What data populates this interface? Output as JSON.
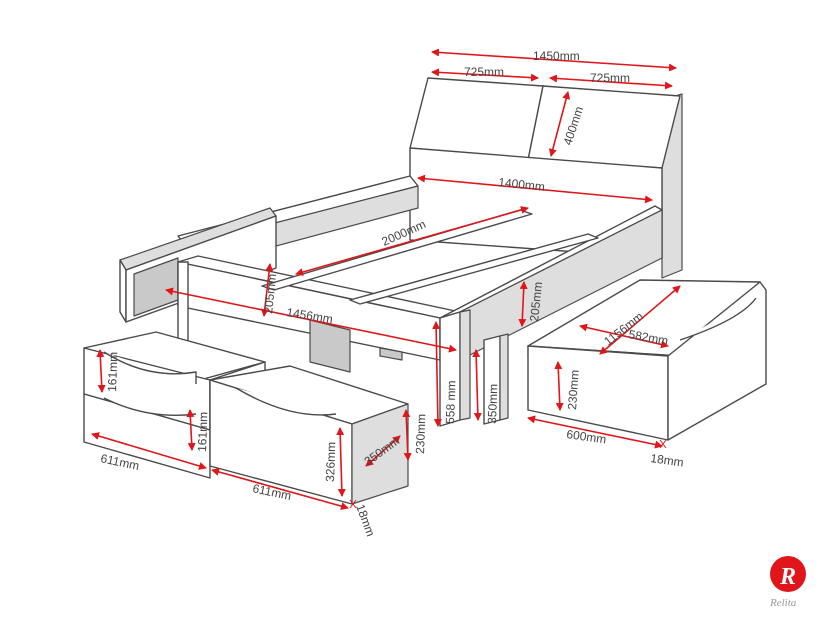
{
  "dimensions": {
    "headboard_total_width": "1450mm",
    "headboard_left_panel": "725mm",
    "headboard_right_panel": "725mm",
    "headboard_height": "400mm",
    "inner_width": "1400mm",
    "inner_length": "2000mm",
    "side_rail_height_left": "205mm",
    "side_rail_height_right": "205mm",
    "outer_width": "1456mm",
    "drawer_large_length": "1156mm",
    "drawer_large_width": "582mm",
    "drawer_large_height": "230mm",
    "drawer_large_outer": "600mm",
    "drawer_large_thickness": "18mm",
    "bed_height": "558 mm",
    "leg_height": "350mm",
    "drawer_front_upper": "161mm",
    "drawer_front_lower": "161mm",
    "drawer_left_width": "611mm",
    "drawer_front_width": "611mm",
    "drawer_small_height": "326mm",
    "drawer_small_depth": "350mm",
    "drawer_small_side": "230mm",
    "drawer_small_thickness": "18mm"
  },
  "colors": {
    "dimension_line": "#e0161b",
    "outline": "#4a4a4a",
    "panel_fill": "#ffffff",
    "shade_fill": "#dedede"
  },
  "logo": {
    "icon": "relita-logo-icon",
    "text": "Relita"
  }
}
